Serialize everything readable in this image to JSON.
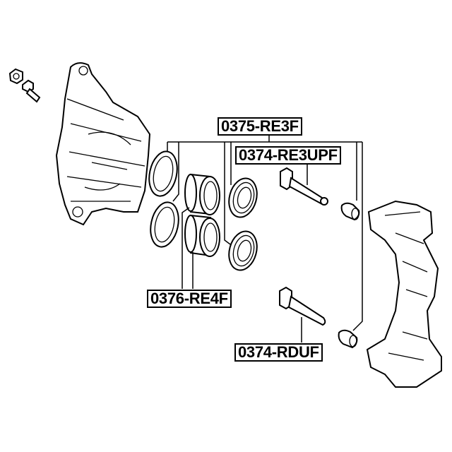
{
  "labels": {
    "caliper_seal_kit": "0375-RE3F",
    "guide_pin_upper": "0374-RE3UPF",
    "piston": "0376-RE4F",
    "guide_pin_lower": "0374-RDUF"
  }
}
